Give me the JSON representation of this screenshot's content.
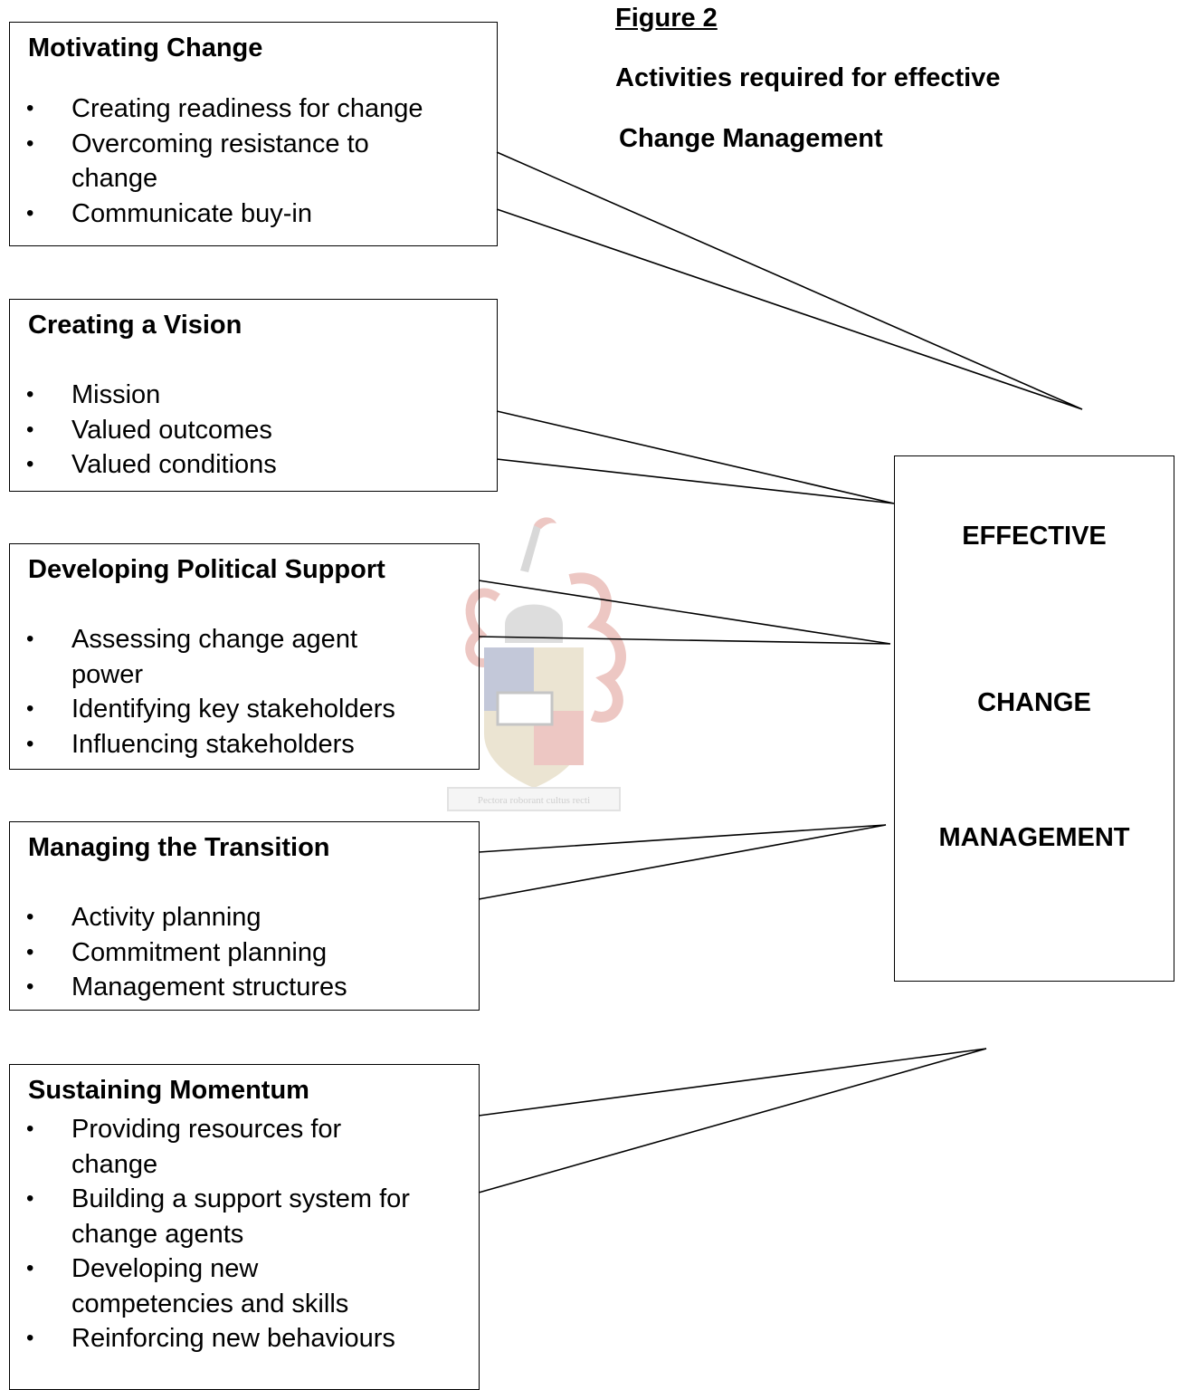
{
  "figure": {
    "label": "Figure 2",
    "caption_line1": "Activities required for effective",
    "caption_line2": "Change Management"
  },
  "boxes": [
    {
      "title": "Motivating Change",
      "items": [
        "Creating readiness for change",
        "Overcoming resistance to change",
        "Communicate buy-in"
      ]
    },
    {
      "title": "Creating a Vision",
      "items": [
        "Mission",
        "Valued outcomes",
        "Valued conditions"
      ]
    },
    {
      "title": "Developing Political Support",
      "items": [
        "Assessing change agent power",
        "Identifying key stakeholders",
        "Influencing stakeholders"
      ]
    },
    {
      "title": "Managing the Transition",
      "items": [
        "Activity planning",
        "Commitment planning",
        "Management structures"
      ]
    },
    {
      "title": "Sustaining Momentum",
      "items": [
        "Providing resources for change",
        "Building a support system for change agents",
        "Developing new competencies and skills",
        "Reinforcing new behaviours"
      ]
    }
  ],
  "target": {
    "word1": "EFFECTIVE",
    "word2": "CHANGE",
    "word3": "MANAGEMENT"
  },
  "watermark": {
    "motto": "Pectora roborant cultus recti",
    "colors": {
      "red": "#c0392b",
      "blue": "#2c3e7a",
      "gold": "#b8a060"
    }
  }
}
